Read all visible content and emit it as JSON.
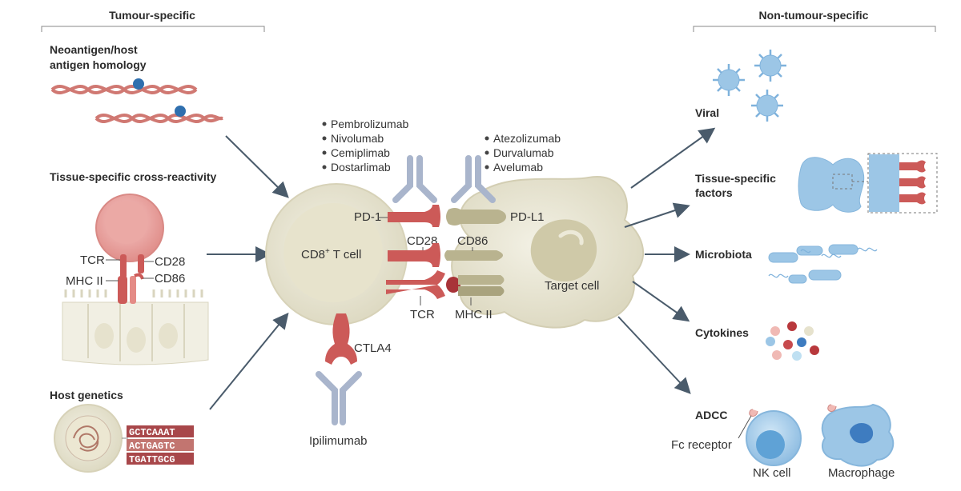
{
  "headers": {
    "left": "Tumour-specific",
    "right": "Non-tumour-specific"
  },
  "left_panel": {
    "neoantigen_line1": "Neoantigen/host",
    "neoantigen_line2": "antigen homology",
    "tissue": "Tissue-specific cross-reactivity",
    "tcr": "TCR",
    "cd28": "CD28",
    "mhc2": "MHC II",
    "cd86": "CD86",
    "host_genetics": "Host genetics",
    "seq": [
      "GCTCAAAT",
      "ACTGAGTC",
      "TGATTGCG"
    ]
  },
  "center": {
    "drugs_pd1": [
      "Pembrolizumab",
      "Nivolumab",
      "Cemiplimab",
      "Dostarlimab"
    ],
    "drugs_pdl1": [
      "Atezolizumab",
      "Durvalumab",
      "Avelumab"
    ],
    "pd1": "PD-1",
    "pdl1": "PD-L1",
    "cd28": "CD28",
    "cd86": "CD86",
    "cd8_cell_main": "CD8",
    "cd8_cell_sup": "+",
    "cd8_cell_rest": " T cell",
    "target_cell": "Target cell",
    "tcr": "TCR",
    "mhc2": "MHC II",
    "ctla4": "CTLA4",
    "ipilimumab": "Ipilimumab"
  },
  "right_panel": {
    "viral": "Viral",
    "tissue_line1": "Tissue-specific",
    "tissue_line2": "factors",
    "microbiota": "Microbiota",
    "cytokines": "Cytokines",
    "adcc": "ADCC",
    "fc_receptor": "Fc receptor",
    "nk_cell": "NK cell",
    "macrophage": "Macrophage"
  },
  "colors": {
    "red_receptor": "#cc5a58",
    "olive_ligand": "#b9b38f",
    "antibody": "#a9b5cc",
    "cell": "#e9e6d4",
    "blue": "#9cc6e6",
    "arrow": "#4a5b6b"
  }
}
